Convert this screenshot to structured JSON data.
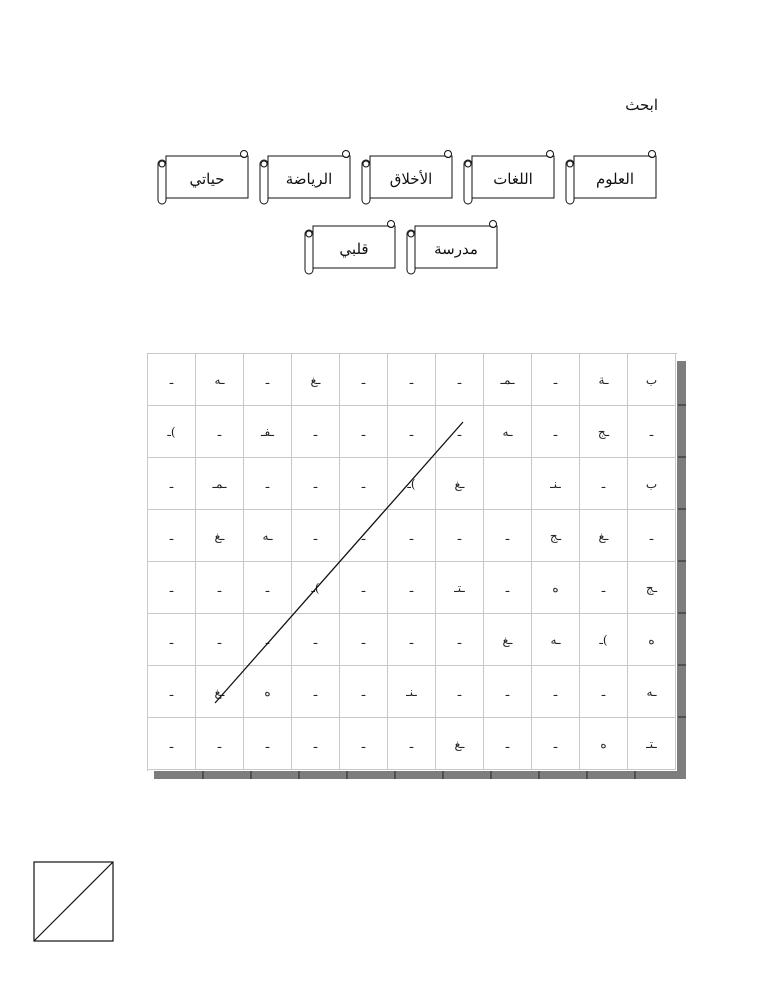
{
  "title": "ابحث",
  "words": [
    "العلوم",
    "اللغات",
    "الأخلاق",
    "الرياضة",
    "حياتي",
    "مدرسة",
    "قلبي"
  ],
  "grid": [
    [
      "ـ",
      "ـه",
      "ـ",
      "ـغ",
      "ـ",
      "ـ",
      "ـ",
      "ـمـ",
      "ـ",
      "ـة",
      "ب"
    ],
    [
      "ـ(",
      "ـ",
      "ـفـ",
      "ـ",
      "ـ",
      "ـ",
      "ـ",
      "ـه",
      "ـ",
      "ـج",
      "ـ"
    ],
    [
      "ـ",
      "ـمـ",
      "ـ",
      "ـ",
      "ـ",
      "ـ(",
      "ـغ",
      "",
      "ـنـ",
      "ـ",
      "ب"
    ],
    [
      "ـ",
      "ـغ",
      "ـه",
      "ـ",
      "ـ",
      "ـ",
      "ـ",
      "ـ",
      "ـج",
      "ـغ",
      "ـ"
    ],
    [
      "ـ",
      "ـ",
      "ـ",
      "ـ(",
      "ـ",
      "ـ",
      "ـتـ",
      "ـ",
      "ه",
      "ـ",
      "ـج"
    ],
    [
      "ـ",
      "ـ",
      "ـ",
      "ـ",
      "ـ",
      "ـ",
      "ـ",
      "ـغ",
      "ـه",
      "ـ(",
      "ه"
    ],
    [
      "ـ",
      "ـغ",
      "ه",
      "ـ",
      "ـ",
      "ـنـ",
      "ـ",
      "ـ",
      "ـ",
      "ـ",
      "ـه"
    ],
    [
      "ـ",
      "ـ",
      "ـ",
      "ـ",
      "ـ",
      "ـ",
      "ـغ",
      "ـ",
      "ـ",
      "ه",
      "ـتـ"
    ]
  ]
}
